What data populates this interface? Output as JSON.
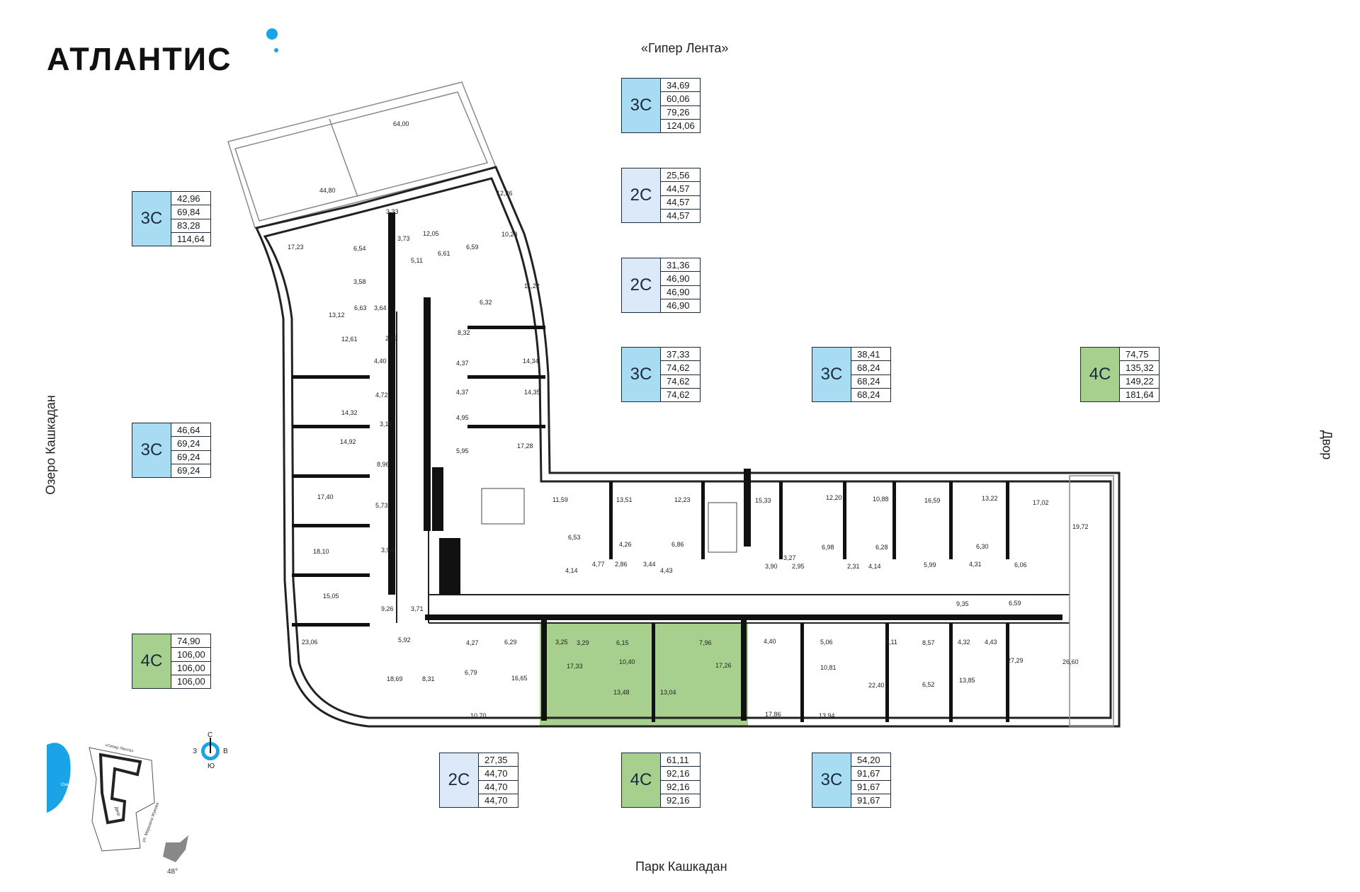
{
  "brand": {
    "name": "АТЛАНТИС"
  },
  "directions": {
    "top": "«Гипер Лента»",
    "bottom": "Парк Кашкадан",
    "left": "Озеро Кашкадан",
    "right": "Двор"
  },
  "cards": [
    {
      "type": "3С",
      "values": [
        "42,96",
        "69,84",
        "83,28",
        "114,64"
      ],
      "color": "#a8dcf3"
    },
    {
      "type": "3С",
      "values": [
        "46,64",
        "69,24",
        "69,24",
        "69,24"
      ],
      "color": "#a8dcf3"
    },
    {
      "type": "4С",
      "values": [
        "74,90",
        "106,00",
        "106,00",
        "106,00"
      ],
      "color": "#a7d08f"
    },
    {
      "type": "3С",
      "values": [
        "34,69",
        "60,06",
        "79,26",
        "124,06"
      ],
      "color": "#a8dcf3"
    },
    {
      "type": "2С",
      "values": [
        "25,56",
        "44,57",
        "44,57",
        "44,57"
      ],
      "color": "#dbe9f8"
    },
    {
      "type": "2С",
      "values": [
        "31,36",
        "46,90",
        "46,90",
        "46,90"
      ],
      "color": "#dbe9f8"
    },
    {
      "type": "3С",
      "values": [
        "37,33",
        "74,62",
        "74,62",
        "74,62"
      ],
      "color": "#a8dcf3"
    },
    {
      "type": "3С",
      "values": [
        "38,41",
        "68,24",
        "68,24",
        "68,24"
      ],
      "color": "#a8dcf3"
    },
    {
      "type": "4С",
      "values": [
        "74,75",
        "135,32",
        "149,22",
        "181,64"
      ],
      "color": "#a7d08f"
    },
    {
      "type": "2С",
      "values": [
        "27,35",
        "44,70",
        "44,70",
        "44,70"
      ],
      "color": "#dbe9f8"
    },
    {
      "type": "4С",
      "values": [
        "61,11",
        "92,16",
        "92,16",
        "92,16"
      ],
      "color": "#a7d08f"
    },
    {
      "type": "3С",
      "values": [
        "54,20",
        "91,67",
        "91,67",
        "91,67"
      ],
      "color": "#a8dcf3"
    }
  ],
  "room_areas": [
    "64,00",
    "44,80",
    "12,36",
    "3,33",
    "12,05",
    "3,73",
    "17,23",
    "6,54",
    "5,11",
    "6,61",
    "6,59",
    "10,28",
    "3,58",
    "11,22",
    "6,63",
    "3,64",
    "13,12",
    "6,32",
    "8,32",
    "12,61",
    "2,09",
    "4,40",
    "4,37",
    "14,34",
    "4,72",
    "4,37",
    "14,35",
    "14,32",
    "3,19",
    "4,95",
    "14,92",
    "5,95",
    "17,28",
    "8,96",
    "17,40",
    "5,73",
    "11,59",
    "13,51",
    "12,23",
    "15,33",
    "12,20",
    "10,88",
    "16,59",
    "13,22",
    "17,02",
    "19,72",
    "18,10",
    "3,90",
    "6,53",
    "4,26",
    "6,86",
    "6,98",
    "6,28",
    "6,30",
    "4,14",
    "4,77",
    "2,86",
    "3,44",
    "4,43",
    "3,90",
    "3,27",
    "2,95",
    "2,31",
    "4,14",
    "5,99",
    "4,31",
    "6,06",
    "15,05",
    "9,26",
    "3,71",
    "9,35",
    "6,59",
    "23,06",
    "5,92",
    "4,27",
    "6,29",
    "3,25",
    "3,29",
    "6,15",
    "7,96",
    "4,40",
    "5,06",
    "2,11",
    "8,57",
    "4,32",
    "4,43",
    "10,40",
    "10,81",
    "27,29",
    "26,60",
    "18,69",
    "8,31",
    "6,79",
    "16,65",
    "17,33",
    "17,26",
    "22,40",
    "6,52",
    "13,48",
    "13,04",
    "17,86",
    "13,94",
    "13,85",
    "10,70"
  ],
  "minimap": {
    "labels": [
      "«Гипер Лента»",
      "Озеро Кашкадан",
      "Двор",
      "ул. Маршала Жукова"
    ],
    "compass": {
      "n": "С",
      "s": "Ю",
      "w": "З",
      "e": "В"
    },
    "angle": "48°"
  }
}
